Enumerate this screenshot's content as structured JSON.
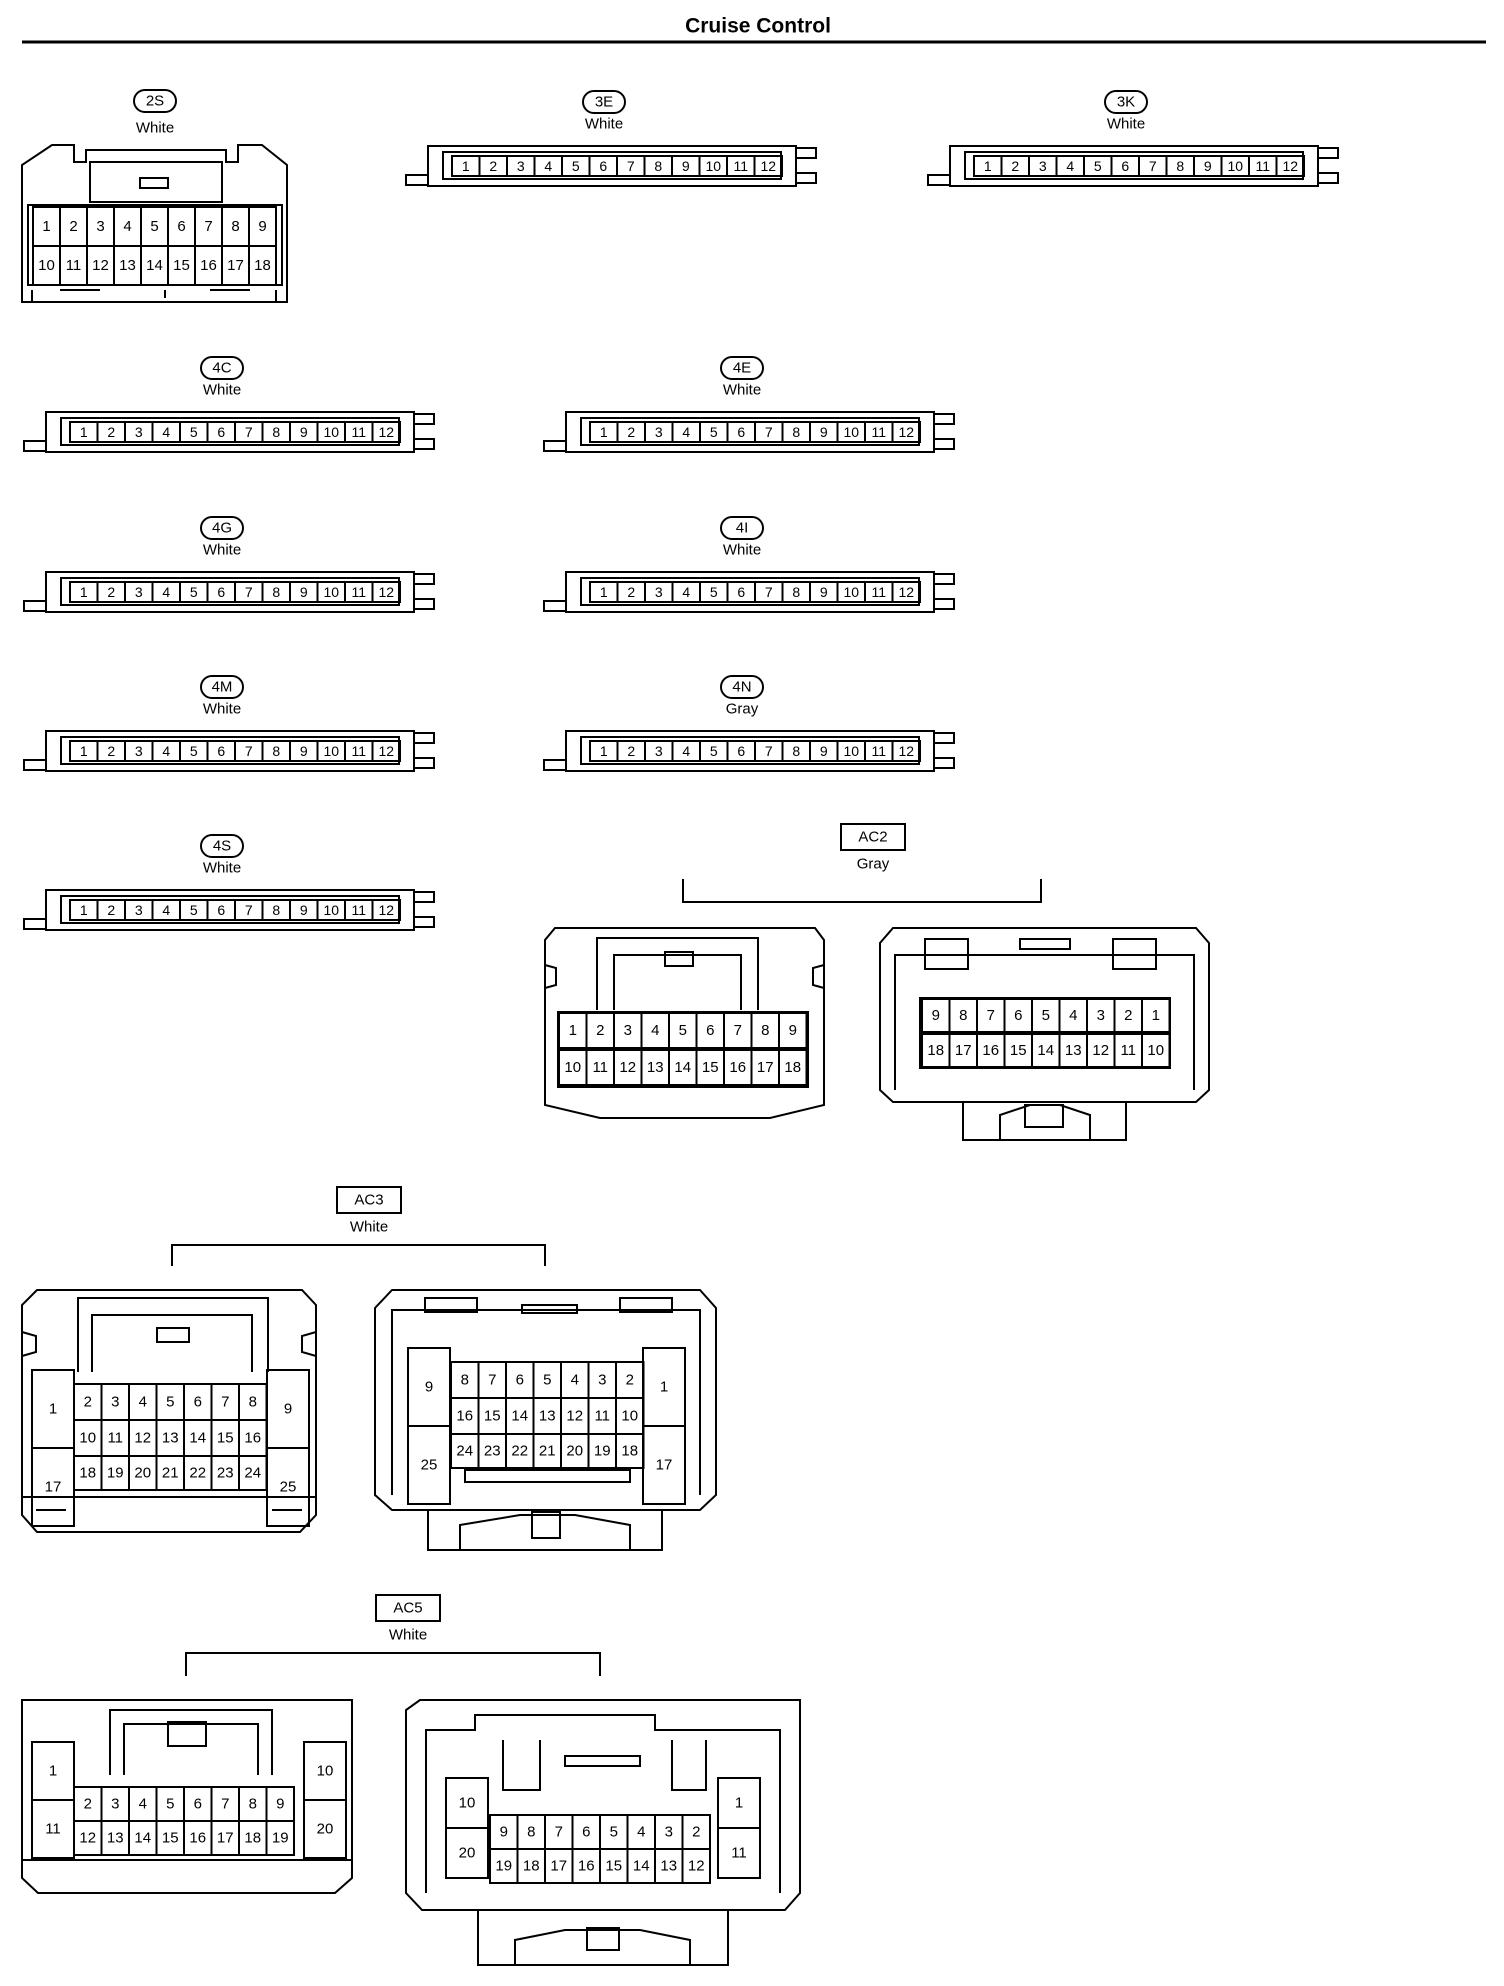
{
  "title": "Cruise Control",
  "connectors": [
    {
      "id": "2S",
      "color": "White"
    },
    {
      "id": "3E",
      "color": "White"
    },
    {
      "id": "3K",
      "color": "White"
    },
    {
      "id": "4C",
      "color": "White"
    },
    {
      "id": "4E",
      "color": "White"
    },
    {
      "id": "4G",
      "color": "White"
    },
    {
      "id": "4I",
      "color": "White"
    },
    {
      "id": "4M",
      "color": "White"
    },
    {
      "id": "4N",
      "color": "Gray"
    },
    {
      "id": "4S",
      "color": "White"
    },
    {
      "id": "AC2",
      "color": "Gray"
    },
    {
      "id": "AC3",
      "color": "White"
    },
    {
      "id": "AC5",
      "color": "White"
    }
  ],
  "pins": {
    "row_1_12": [
      "1",
      "2",
      "3",
      "4",
      "5",
      "6",
      "7",
      "8",
      "9",
      "10",
      "11",
      "12"
    ],
    "c2S_top": [
      "1",
      "2",
      "3",
      "4",
      "5",
      "6",
      "7",
      "8",
      "9"
    ],
    "c2S_bottom": [
      "10",
      "11",
      "12",
      "13",
      "14",
      "15",
      "16",
      "17",
      "18"
    ],
    "AC2_left_top": [
      "1",
      "2",
      "3",
      "4",
      "5",
      "6",
      "7",
      "8",
      "9"
    ],
    "AC2_left_bottom": [
      "10",
      "11",
      "12",
      "13",
      "14",
      "15",
      "16",
      "17",
      "18"
    ],
    "AC2_right_top": [
      "9",
      "8",
      "7",
      "6",
      "5",
      "4",
      "3",
      "2",
      "1"
    ],
    "AC2_right_bottom": [
      "18",
      "17",
      "16",
      "15",
      "14",
      "13",
      "12",
      "11",
      "10"
    ],
    "AC3_left_side_left": [
      "1",
      "17"
    ],
    "AC3_left_row1": [
      "2",
      "3",
      "4",
      "5",
      "6",
      "7",
      "8"
    ],
    "AC3_left_row2": [
      "10",
      "11",
      "12",
      "13",
      "14",
      "15",
      "16"
    ],
    "AC3_left_row3": [
      "18",
      "19",
      "20",
      "21",
      "22",
      "23",
      "24"
    ],
    "AC3_left_side_right": [
      "9",
      "25"
    ],
    "AC3_right_side_left": [
      "9",
      "25"
    ],
    "AC3_right_row1": [
      "8",
      "7",
      "6",
      "5",
      "4",
      "3",
      "2"
    ],
    "AC3_right_row2": [
      "16",
      "15",
      "14",
      "13",
      "12",
      "11",
      "10"
    ],
    "AC3_right_row3": [
      "24",
      "23",
      "22",
      "21",
      "20",
      "19",
      "18"
    ],
    "AC3_right_side_right": [
      "1",
      "17"
    ],
    "AC5_left_side_left": [
      "1",
      "11"
    ],
    "AC5_left_row1": [
      "2",
      "3",
      "4",
      "5",
      "6",
      "7",
      "8",
      "9"
    ],
    "AC5_left_row2": [
      "12",
      "13",
      "14",
      "15",
      "16",
      "17",
      "18",
      "19"
    ],
    "AC5_left_side_right": [
      "10",
      "20"
    ],
    "AC5_right_side_left": [
      "10",
      "20"
    ],
    "AC5_right_row1": [
      "9",
      "8",
      "7",
      "6",
      "5",
      "4",
      "3",
      "2"
    ],
    "AC5_right_row2": [
      "19",
      "18",
      "17",
      "16",
      "15",
      "14",
      "13",
      "12"
    ],
    "AC5_right_side_right": [
      "1",
      "11"
    ]
  }
}
